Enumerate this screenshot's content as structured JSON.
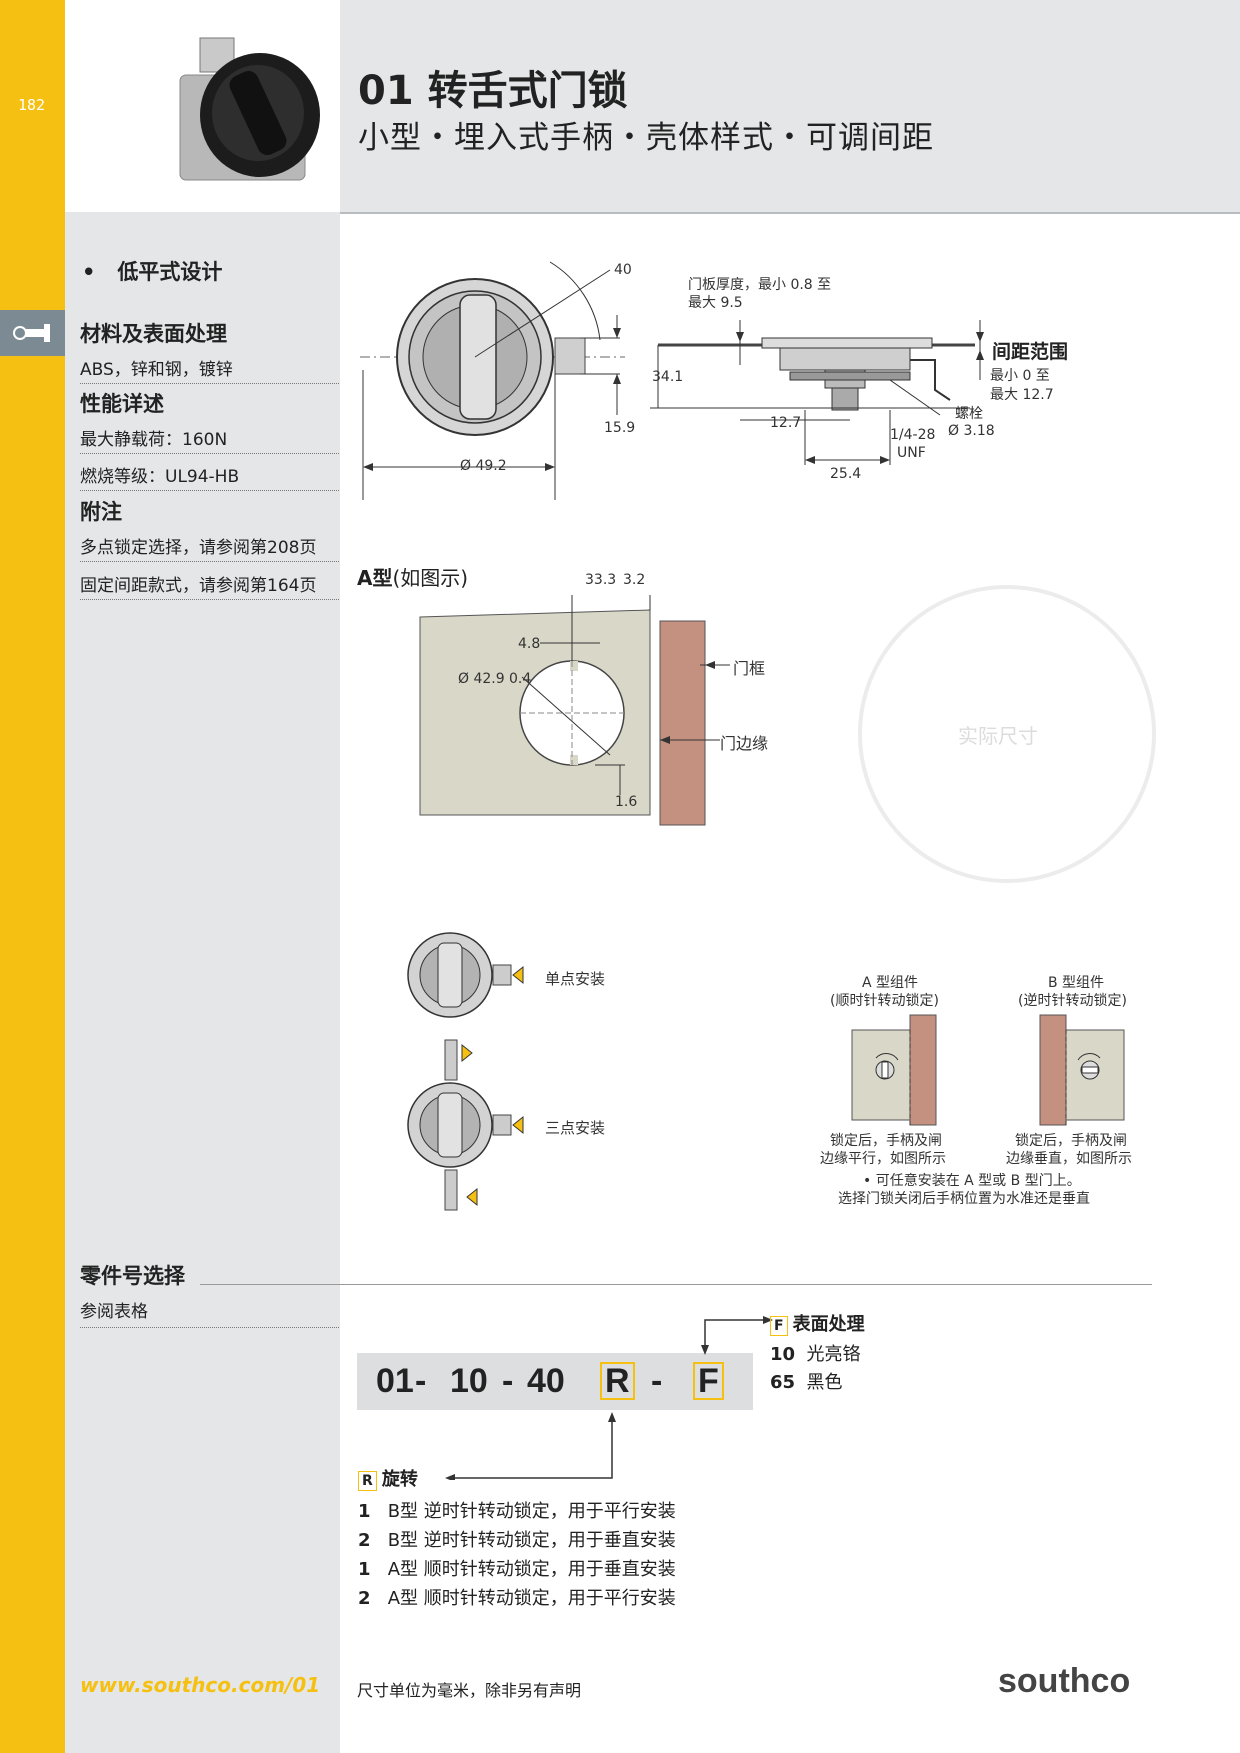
{
  "page": {
    "number": "182"
  },
  "header": {
    "title": "01 转舌式门锁",
    "subtitle": "小型・埋入式手柄・壳体样式・可调间距"
  },
  "sidebar": {
    "feature": "低平式设计",
    "materials_head": "材料及表面处理",
    "materials": "ABS，锌和钢，镀锌",
    "performance_head": "性能详述",
    "load": "最大静载荷：160N",
    "flammability": "燃烧等级：UL94-HB",
    "notes_head": "附注",
    "note1": "多点锁定选择，请参阅第208页",
    "note2": "固定间距款式，请参阅第164页"
  },
  "drawing_top": {
    "dim_40": "40",
    "dim_15_9": "15.9",
    "dim_49_2": "Ø 49.2",
    "panel_thickness": "门板厚度，最小 0.8 至",
    "panel_thickness2": "最大 9.5",
    "dim_34_1": "34.1",
    "spacing_head": "间距范围",
    "spacing_min": "最小 0 至",
    "spacing_max": "最大 12.7",
    "bolt": "螺栓",
    "bolt_dia": "Ø 3.18",
    "dim_12_7": "12.7",
    "thread1": "1/4-28",
    "thread2": "UNF",
    "dim_25_4": "25.4"
  },
  "drawing_cutout": {
    "type_label_bold": "A型",
    "type_label_rest": "(如图示)",
    "dim_33_3": "33.3",
    "dim_3_2": "3.2",
    "dim_4_8": "4.8",
    "dim_42_9": "Ø 42.9",
    "dim_0_4": "0.4",
    "dim_1_6": "1.6",
    "frame": "门框",
    "edge": "门边缘",
    "actual_size": "实际尺寸"
  },
  "mounting": {
    "single": "单点安装",
    "triple": "三点安装",
    "a_head": "A 型组件",
    "a_sub": "(顺时针转动锁定)",
    "b_head": "B 型组件",
    "b_sub": "(逆时针转动锁定)",
    "a_note1": "锁定后，手柄及闸",
    "a_note2": "边缘平行，如图所示",
    "b_note1": "锁定后，手柄及闸",
    "b_note2": "边缘垂直，如图所示",
    "note1": "• 可任意安装在 A 型或 B 型门上。",
    "note2": "选择门锁关闭后手柄位置为水准还是垂直"
  },
  "part_number": {
    "heading": "零件号选择",
    "ref": "参阅表格",
    "seg1": "01",
    "seg2": "10",
    "seg3": "40",
    "seg_r": "R",
    "seg_f": "F",
    "dash": "-",
    "finish_key": "F",
    "finish_head": "表面处理",
    "finish_options": [
      {
        "code": "10",
        "label": "光亮铬"
      },
      {
        "code": "65",
        "label": "黑色"
      }
    ],
    "rotation_key": "R",
    "rotation_head": "旋转",
    "rotation_options": [
      {
        "code": "1",
        "label": "B型 逆时针转动锁定，用于平行安装"
      },
      {
        "code": "2",
        "label": "B型 逆时针转动锁定，用于垂直安装"
      },
      {
        "code": "1",
        "label": "A型 顺时针转动锁定，用于垂直安装"
      },
      {
        "code": "2",
        "label": "A型 顺时针转动锁定，用于平行安装"
      }
    ]
  },
  "footer": {
    "url": "www.southco.com/01",
    "note": "尺寸单位为毫米，除非另有声明",
    "logo": "southco"
  },
  "colors": {
    "accent": "#f6c012",
    "panel": "#d9d7c8",
    "frame": "#c4907f",
    "sidebar": "#e4e6e7"
  }
}
